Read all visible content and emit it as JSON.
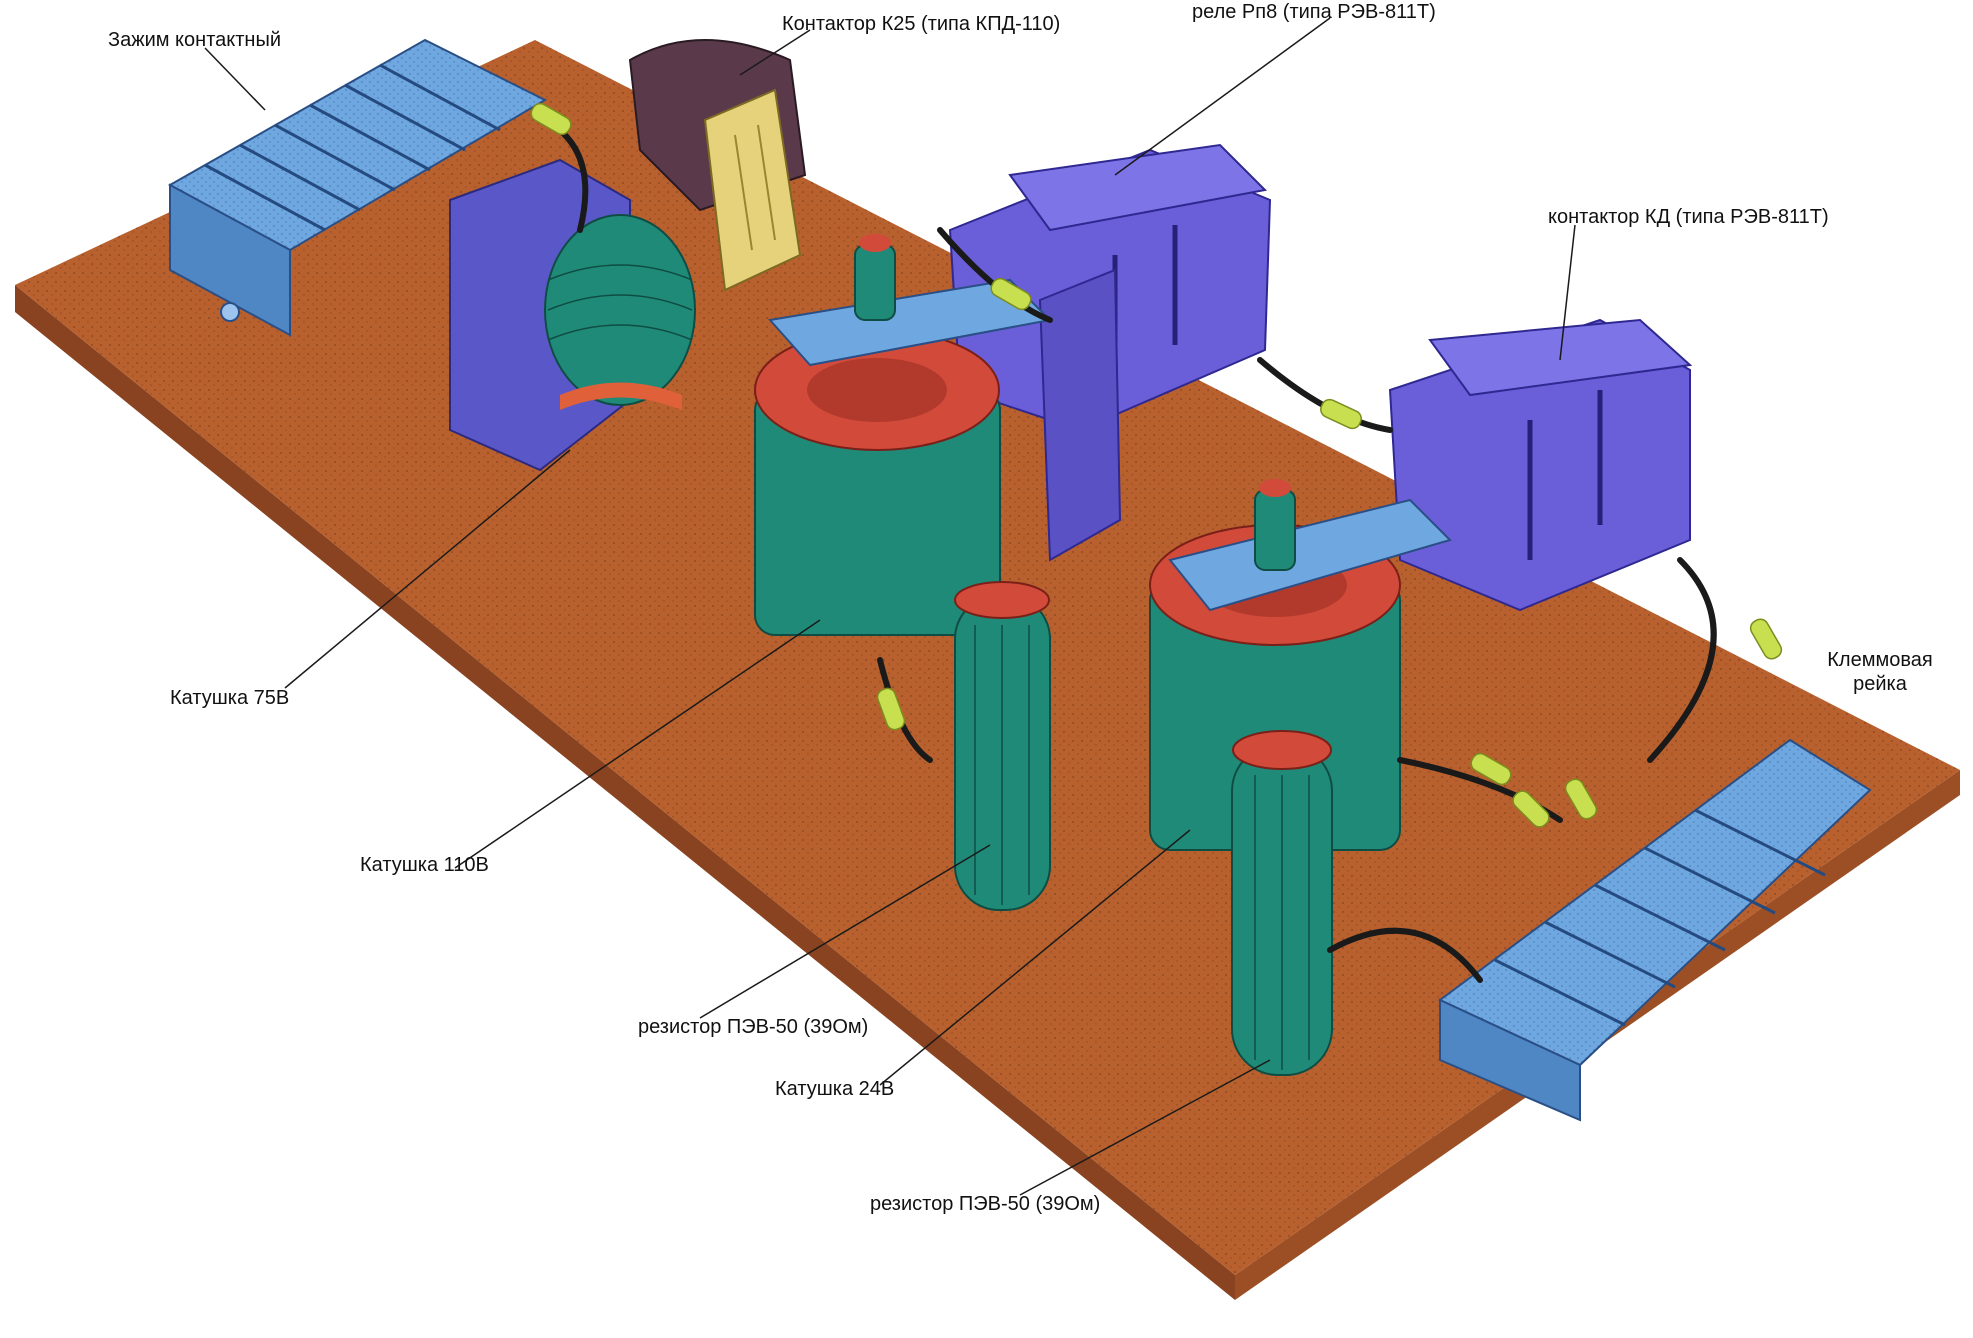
{
  "labels": {
    "zazhim": "Зажим контактный",
    "k25": "Контактор К25 (типа КПД-110)",
    "rp8": "реле Рп8 (типа РЭВ-811Т)",
    "kd": "контактор КД (типа РЭВ-811Т)",
    "katushka75": "Катушка 75В",
    "klemm_line1": "Клеммовая",
    "klemm_line2": "рейка",
    "katushka110": "Катушка 110В",
    "rezistor1": "резистор ПЭВ-50 (39Ом)",
    "katushka24": "Катушка 24В",
    "rezistor2": "резистор ПЭВ-50 (39Ом)"
  },
  "colors": {
    "board": "#b8612e",
    "board_edge": "#8a4320",
    "terminal": "#6fa8e0",
    "relay": "#6a5fd8",
    "contactor": "#5a3a4a",
    "coil_green": "#1f8a78",
    "coil_red": "#d24a3a",
    "wire_insulation": "#c8e050",
    "wire": "#1a1a1a",
    "brass": "#e6d27a"
  }
}
